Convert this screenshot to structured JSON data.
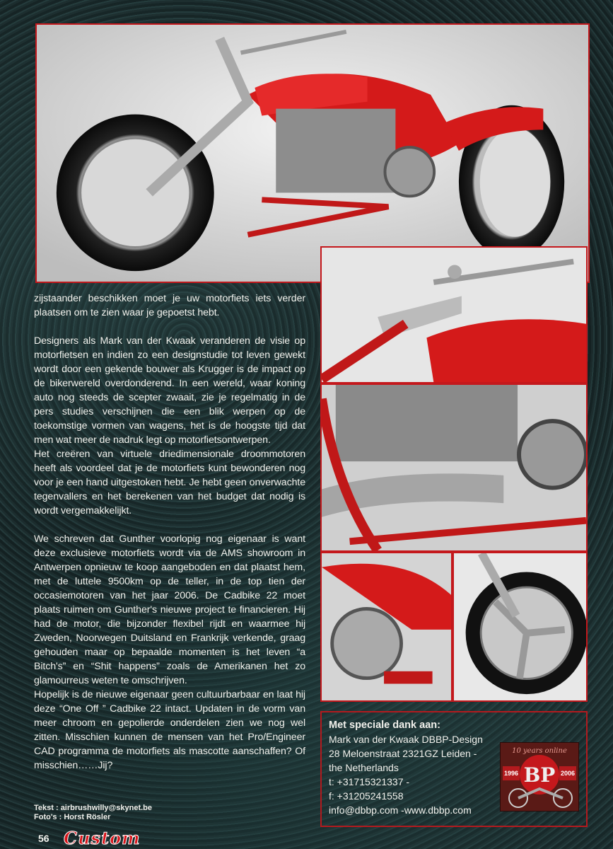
{
  "article": {
    "paragraphs": [
      "zijstaander beschikken moet je uw motorfiets iets verder plaatsen om te zien waar je gepoetst hebt.",
      "Designers als Mark van der Kwaak veranderen de visie op motorfietsen en indien zo een designstudie tot leven gewekt wordt door een gekende bouwer als Krugger is de impact op de bikerwereld overdonderend. In een wereld, waar koning auto nog steeds de scepter zwaait, zie je regelmatig in de pers studies verschijnen die een blik werpen op de toekomstige vormen van wagens, het is de hoogste tijd dat men wat meer de nadruk legt op motorfietsontwerpen.",
      "Het creëren van virtuele driedimensionale droommotoren heeft als voordeel dat je de motorfiets kunt bewonderen nog voor je een hand uitgestoken hebt. Je hebt geen onverwachte tegenvallers en het berekenen van het budget dat nodig is wordt vergemakkelijkt.",
      "We schreven dat Gunther voorlopig nog eigenaar is want deze exclusieve motorfiets wordt via de AMS showroom in Antwerpen opnieuw te koop aangeboden en dat plaatst hem, met de luttele 9500km op de teller, in de top tien der occasiemotoren van het jaar 2006. De Cadbike 22 moet plaats ruimen om Gunther's nieuwe project te financieren. Hij had de motor, die bijzonder flexibel rijdt en waarmee hij Zweden, Noorwegen Duitsland en Frankrijk verkende, graag gehouden maar op bepaalde momenten is het leven “a Bitch's” en “Shit happens” zoals de Amerikanen het zo glamourreus weten te omschrijven.",
      "Hopelijk is de nieuwe eigenaar geen cultuurbarbaar en laat hij deze “One Off ” Cadbike 22 intact. Updaten in de vorm van meer chroom en gepolierde onderdelen zien we nog wel zitten. Misschien kunnen de mensen van het Pro/Engineer CAD programma de motorfiets als mascotte aanschaffen? Of misschien……Jij?"
    ],
    "credits": {
      "text": "Tekst : airbrushwilly@skynet.be",
      "photos": "Foto's : Horst Rösler"
    }
  },
  "footer": {
    "page_number": "56",
    "magazine_logo": "Custom"
  },
  "thanks_box": {
    "heading": "Met speciale dank aan:",
    "lines": [
      "Mark van der Kwaak DBBP-Design",
      "28 Meloenstraat 2321GZ Leiden -",
      "the Netherlands",
      "t: +31715321337 -",
      "f: +31205241558",
      "info@dbbp.com -www.dbbp.com"
    ],
    "badge": {
      "title": "10 years online",
      "year_start": "1996",
      "year_end": "2006"
    }
  },
  "colors": {
    "accent_red": "#c4181c",
    "background": "#1a2a2b"
  }
}
